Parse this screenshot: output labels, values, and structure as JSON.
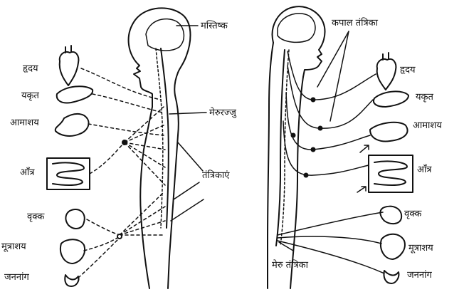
{
  "left_panel": {
    "labels": {
      "brain": "मस्तिष्क",
      "heart": "हृदय",
      "liver": "यकृत",
      "stomach": "आमाशय",
      "intestine": "आँत्र",
      "spinal_cord": "मेरुरज्जु",
      "nerves": "तंत्रिकाएं",
      "kidney": "वृक्क",
      "bladder": "मूत्राशय",
      "genitals": "जननांग"
    }
  },
  "right_panel": {
    "labels": {
      "cranial_nerves": "कपाल तंत्रिका",
      "heart": "हृदय",
      "liver": "यकृत",
      "stomach": "आमाशय",
      "intestine": "आँत्र",
      "kidney": "वृक्क",
      "bladder": "मूत्राशय",
      "genitals": "जननांग",
      "spinal_nerve": "मेरु तंत्रिका"
    }
  }
}
